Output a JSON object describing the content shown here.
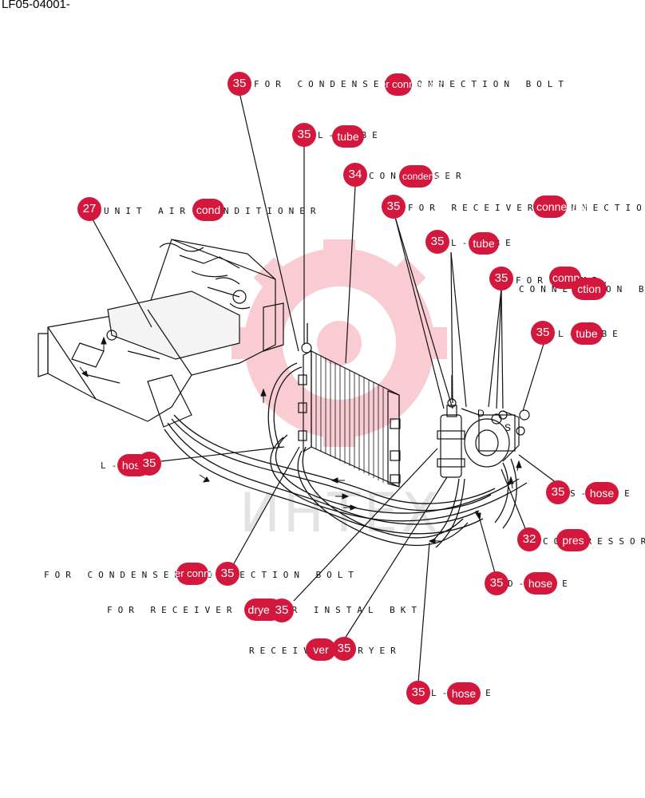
{
  "header": {
    "doc_code": "LF05-04001-"
  },
  "watermark": {
    "text": "ИНТЕХ"
  },
  "colors": {
    "marker": "#d4183d",
    "line": "#000000",
    "watermark": "#f2b8b8"
  },
  "labels": {
    "condenser_bolt_top": "FOR CONDENSER CONNECTION BOLT",
    "tube_1": "L-TUBE",
    "condenser": "CONDENSER",
    "unit_ac": "UNIT AIR CONDITIONER",
    "receiver_conn": "FOR RECEIVER CONNECTION",
    "tube_2": "L-TUBE",
    "for_comp": "FOR COMP.",
    "connection_bo": "CONNECTION BO",
    "tube_3": "L-TUBE",
    "hose_left": "L-HOSE",
    "hose_right": "S-HOSE",
    "compressor": "COMPRESSOR",
    "hose_d": "D-HOSE",
    "condenser_bolt_bottom": "FOR CONDENSER CONNECTION BOLT",
    "receiver_bkt": "FOR RECEIVER DRYER INSTAL BKT",
    "receiver_dryer": "RECEIVER DRYER",
    "hose_bottom": "L-HOSE",
    "port_d": "D",
    "port_s": "S"
  },
  "markers": {
    "m1": "35",
    "m2": "35",
    "m3": "34",
    "m4": "27",
    "m5": "35",
    "m6": "35",
    "m7": "35",
    "m8": "35",
    "m9": "35",
    "m10": "35",
    "m11": "32",
    "m12": "35",
    "m13": "35",
    "m14": "35",
    "m15": "35",
    "m16": "35"
  },
  "chips": {
    "c1": "er connection",
    "c2": "tube",
    "c3": "condenser",
    "c4": "cond",
    "c5": "connection",
    "c6": "tube",
    "c7": "comp.",
    "c8": "ction",
    "c9": "tube",
    "c10": "hose",
    "c11": "hose",
    "c12": "pres",
    "c13": "hose",
    "c14": "er connection",
    "c15": "dryers",
    "c16": "ver",
    "c17": "hose"
  }
}
